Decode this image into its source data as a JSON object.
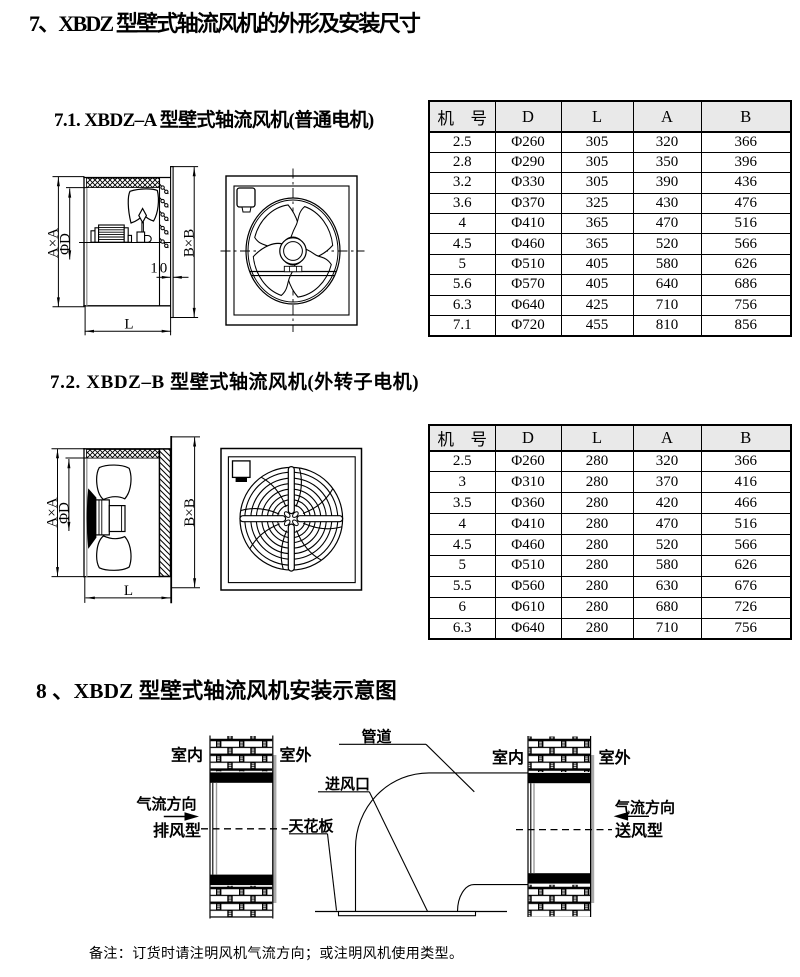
{
  "titles": {
    "main": "7、XBDZ 型壁式轴流风机的外形及安装尺寸",
    "s71": "7.1. XBDZ–A 型壁式轴流风机(普通电机)",
    "s72": "7.2. XBDZ–B 型壁式轴流风机(外转子电机)",
    "s8": "8 、XBDZ 型壁式轴流风机安装示意图",
    "note": "备注：订货时请注明风机气流方向；或注明风机使用类型。"
  },
  "tables": {
    "columns": [
      "机　号",
      "D",
      "L",
      "A",
      "B"
    ],
    "xbdz_a": {
      "rows": [
        [
          "2.5",
          "Φ260",
          "305",
          "320",
          "366"
        ],
        [
          "2.8",
          "Φ290",
          "305",
          "350",
          "396"
        ],
        [
          "3.2",
          "Φ330",
          "305",
          "390",
          "436"
        ],
        [
          "3.6",
          "Φ370",
          "325",
          "430",
          "476"
        ],
        [
          "4",
          "Φ410",
          "365",
          "470",
          "516"
        ],
        [
          "4.5",
          "Φ460",
          "365",
          "520",
          "566"
        ],
        [
          "5",
          "Φ510",
          "405",
          "580",
          "626"
        ],
        [
          "5.6",
          "Φ570",
          "405",
          "640",
          "686"
        ],
        [
          "6.3",
          "Φ640",
          "425",
          "710",
          "756"
        ],
        [
          "7.1",
          "Φ720",
          "455",
          "810",
          "856"
        ]
      ]
    },
    "xbdz_b": {
      "rows": [
        [
          "2.5",
          "Φ260",
          "280",
          "320",
          "366"
        ],
        [
          "3",
          "Φ310",
          "280",
          "370",
          "416"
        ],
        [
          "3.5",
          "Φ360",
          "280",
          "420",
          "466"
        ],
        [
          "4",
          "Φ410",
          "280",
          "470",
          "516"
        ],
        [
          "4.5",
          "Φ460",
          "280",
          "520",
          "566"
        ],
        [
          "5",
          "Φ510",
          "280",
          "580",
          "626"
        ],
        [
          "5.5",
          "Φ560",
          "280",
          "630",
          "676"
        ],
        [
          "6",
          "Φ610",
          "280",
          "680",
          "726"
        ],
        [
          "6.3",
          "Φ640",
          "280",
          "710",
          "756"
        ]
      ]
    }
  },
  "drawing_labels": {
    "axa": "A×A",
    "phid": "ΦD",
    "bxb": "B×B",
    "flange": "10",
    "length": "L"
  },
  "diagram": {
    "indoor": "室内",
    "outdoor": "室外",
    "airflow": "气流方向",
    "exhaust": "排风型",
    "supply": "送风型",
    "duct": "管道",
    "inlet": "进风口",
    "ceiling": "天花板"
  },
  "colors": {
    "ink": "#000000",
    "gray_line": "#9a9a9a",
    "table_header_bg": "#e9e9e9",
    "paper": "#ffffff"
  }
}
